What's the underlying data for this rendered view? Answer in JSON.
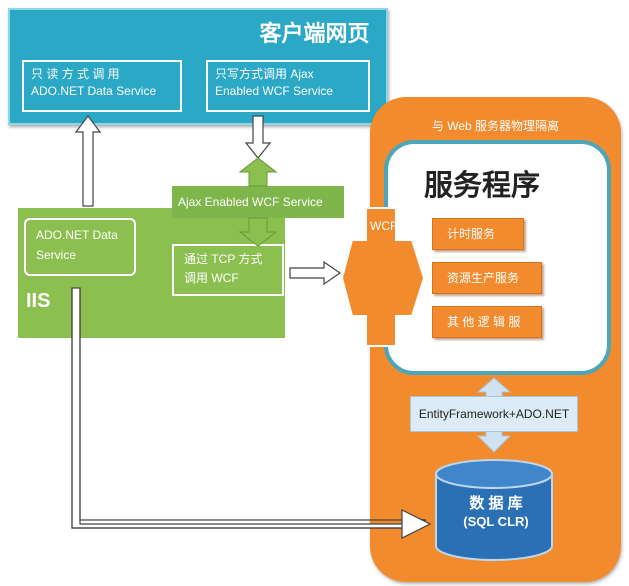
{
  "client": {
    "title": "客户端网页",
    "readonly_line1": "只 读 方 式 调 用",
    "readonly_line2": "ADO.NET Data Service",
    "writeonly_line1": "只写方式调用  Ajax",
    "writeonly_line2": "Enabled WCF Service"
  },
  "iis": {
    "label": "IIS",
    "ado_line1": "ADO.NET Data",
    "ado_line2": "Service",
    "ajax_bar": "Ajax Enabled WCF Service",
    "tcp_line1": "通过 TCP 方式",
    "tcp_line2": "调用 WCF"
  },
  "host": {
    "label": "与 Web 服务器物理隔离",
    "service_title": "服务程序",
    "wcf_label": "WCF",
    "items": [
      "计时服务",
      "资源生产服务",
      "其 他 逻 辑 服"
    ],
    "ef_label": "EntityFramework+ADO.NET",
    "db_label": "数 据 库",
    "db_sub": "(SQL CLR)"
  },
  "colors": {
    "client_blue": "#2aa8c5",
    "iis_green": "#8bbf4f",
    "host_orange": "#f28a2e",
    "service_border": "#4aa6b8",
    "db_blue": "#2b6fb5",
    "ef_light": "#dcebf5"
  }
}
